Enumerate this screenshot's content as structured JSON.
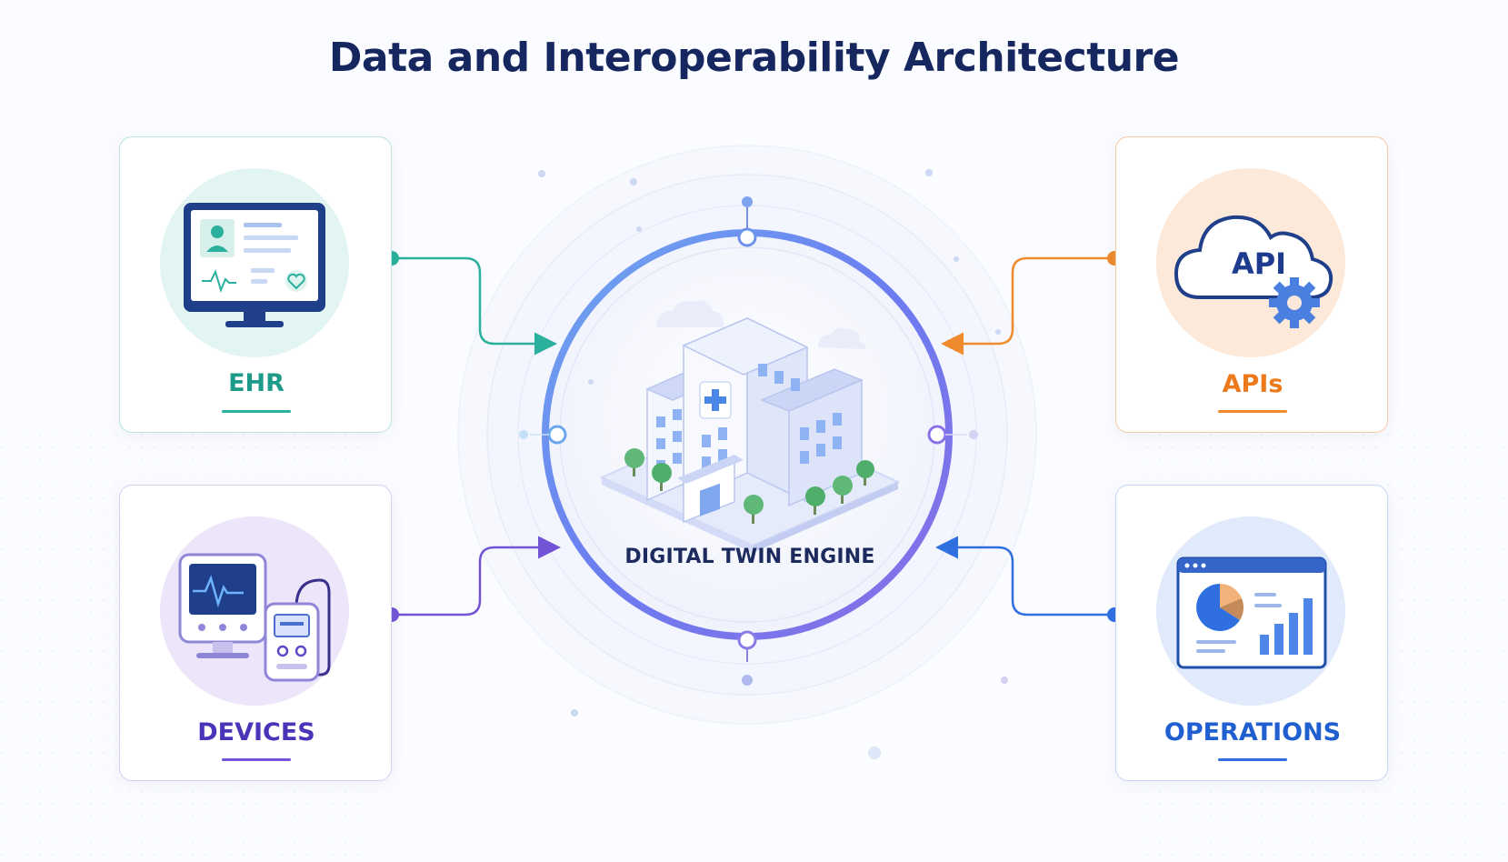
{
  "title": "Data and Interoperability Architecture",
  "center": {
    "label": "DIGITAL TWIN ENGINE",
    "icon": "hospital-building-icon"
  },
  "nodes": [
    {
      "id": "ehr",
      "label": "EHR",
      "icon": "ehr-monitor-icon",
      "color": "#2ab09c"
    },
    {
      "id": "devices",
      "label": "DEVICES",
      "icon": "medical-devices-icon",
      "color": "#7353d6"
    },
    {
      "id": "apis",
      "label": "APIs",
      "icon": "api-cloud-gear-icon",
      "icon_text": "API",
      "color": "#f08a2e"
    },
    {
      "id": "operations",
      "label": "OPERATIONS",
      "icon": "operations-dashboard-icon",
      "color": "#2f6fe0"
    }
  ],
  "edges": [
    {
      "from": "ehr",
      "to": "center"
    },
    {
      "from": "devices",
      "to": "center"
    },
    {
      "from": "apis",
      "to": "center"
    },
    {
      "from": "operations",
      "to": "center"
    }
  ]
}
